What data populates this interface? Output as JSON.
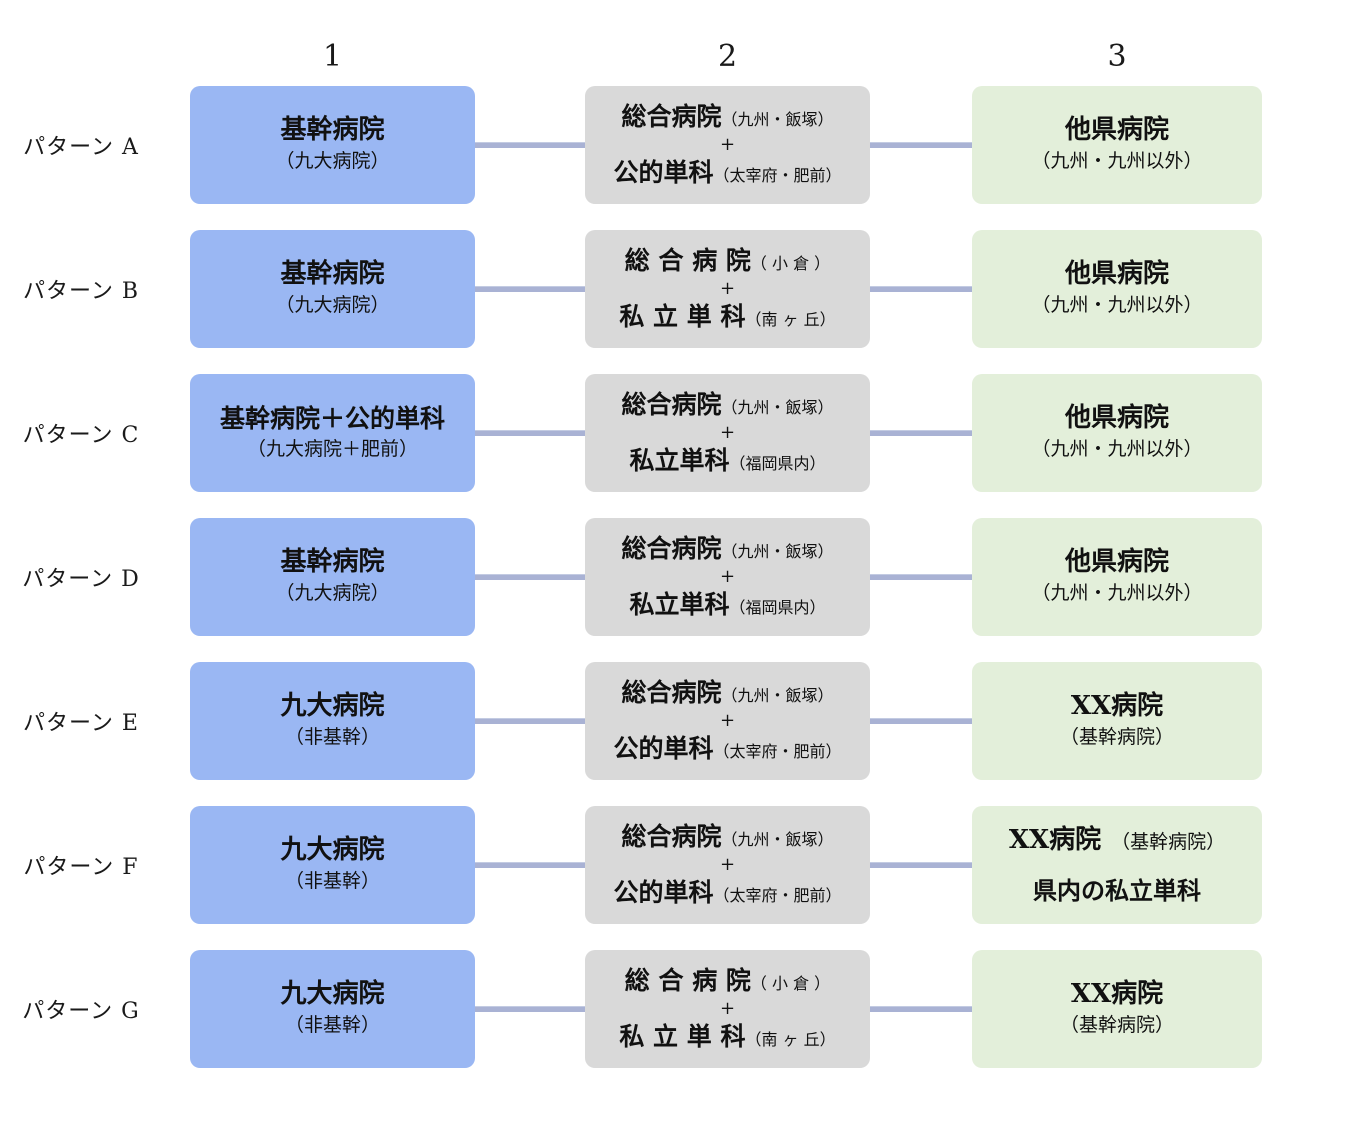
{
  "colors": {
    "stage1_box": "#9ab7f3",
    "stage2_box": "#d9d9d9",
    "stage3_box": "#e3efda",
    "connector": "#a9b2d4",
    "background": "#ffffff",
    "text": "#111111"
  },
  "headers": {
    "col1": "1",
    "col2": "2",
    "col3": "3"
  },
  "rows": [
    {
      "label": "パターン A",
      "col1": {
        "title": "基幹病院",
        "sub": "（九大病院）"
      },
      "col2": {
        "line1_main": "総合病院",
        "line1_sub": "（九州・飯塚）",
        "plus": "+",
        "line2_main": "公的単科",
        "line2_sub": "（太宰府・肥前）"
      },
      "col3": {
        "title": "他県病院",
        "sub": "（九州・九州以外）"
      }
    },
    {
      "label": "パターン B",
      "col1": {
        "title": "基幹病院",
        "sub": "（九大病院）"
      },
      "col2": {
        "line1_main": "総 合 病 院",
        "line1_sub": "（ 小 倉 ）",
        "plus": "+",
        "line2_main": "私 立 単 科",
        "line2_sub": "（南 ヶ 丘）"
      },
      "col3": {
        "title": "他県病院",
        "sub": "（九州・九州以外）"
      }
    },
    {
      "label": "パターン C",
      "col1": {
        "title": "基幹病院＋公的単科",
        "sub": "（九大病院＋肥前）"
      },
      "col2": {
        "line1_main": "総合病院",
        "line1_sub": "（九州・飯塚）",
        "plus": "+",
        "line2_main": "私立単科",
        "line2_sub": "（福岡県内）"
      },
      "col3": {
        "title": "他県病院",
        "sub": "（九州・九州以外）"
      }
    },
    {
      "label": "パターン D",
      "col1": {
        "title": "基幹病院",
        "sub": "（九大病院）"
      },
      "col2": {
        "line1_main": "総合病院",
        "line1_sub": "（九州・飯塚）",
        "plus": "+",
        "line2_main": "私立単科",
        "line2_sub": "（福岡県内）"
      },
      "col3": {
        "title": "他県病院",
        "sub": "（九州・九州以外）"
      }
    },
    {
      "label": "パターン E",
      "col1": {
        "title": "九大病院",
        "sub": "（非基幹）"
      },
      "col2": {
        "line1_main": "総合病院",
        "line1_sub": "（九州・飯塚）",
        "plus": "+",
        "line2_main": "公的単科",
        "line2_sub": "（太宰府・肥前）"
      },
      "col3": {
        "title": "XX病院",
        "sub": "（基幹病院）"
      }
    },
    {
      "label": "パターン F",
      "col1": {
        "title": "九大病院",
        "sub": "（非基幹）"
      },
      "col2": {
        "line1_main": "総合病院",
        "line1_sub": "（九州・飯塚）",
        "plus": "+",
        "line2_main": "公的単科",
        "line2_sub": "（太宰府・肥前）"
      },
      "col3": {
        "title": "XX病院",
        "title_sub": "（基幹病院）",
        "line2": "県内の私立単科"
      }
    },
    {
      "label": "パターン G",
      "col1": {
        "title": "九大病院",
        "sub": "（非基幹）"
      },
      "col2": {
        "line1_main": "総 合 病 院",
        "line1_sub": "（ 小 倉 ）",
        "plus": "+",
        "line2_main": "私 立 単 科",
        "line2_sub": "（南 ヶ 丘）"
      },
      "col3": {
        "title": "XX病院",
        "sub": "（基幹病院）"
      }
    }
  ]
}
